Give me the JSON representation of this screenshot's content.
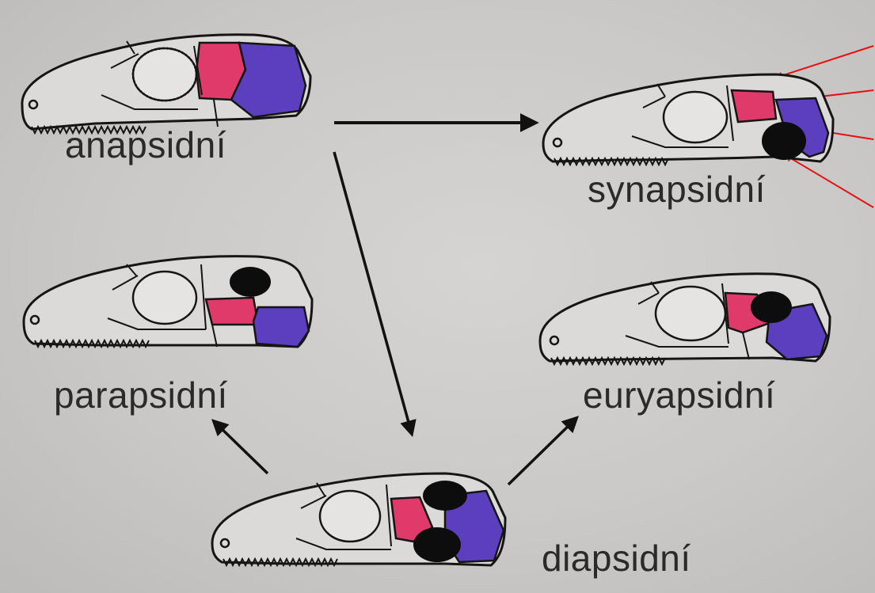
{
  "labels": {
    "anapsid": "anapsidní",
    "synapsid": "synapsidní",
    "parapsid": "parapsidní",
    "euryapsid": "euryapsidní",
    "diapsid": "diapsidní"
  },
  "colors": {
    "background": "#cbc9c7",
    "outline": "#151515",
    "bone_fill": "#dcdad8",
    "postorbital_bone": "#e03a6a",
    "squamosal_bone": "#5b3fbf",
    "temporal_fenestra": "#0d0d0d",
    "arrow": "#111111",
    "pointer_arrow": "#e81010"
  }
}
